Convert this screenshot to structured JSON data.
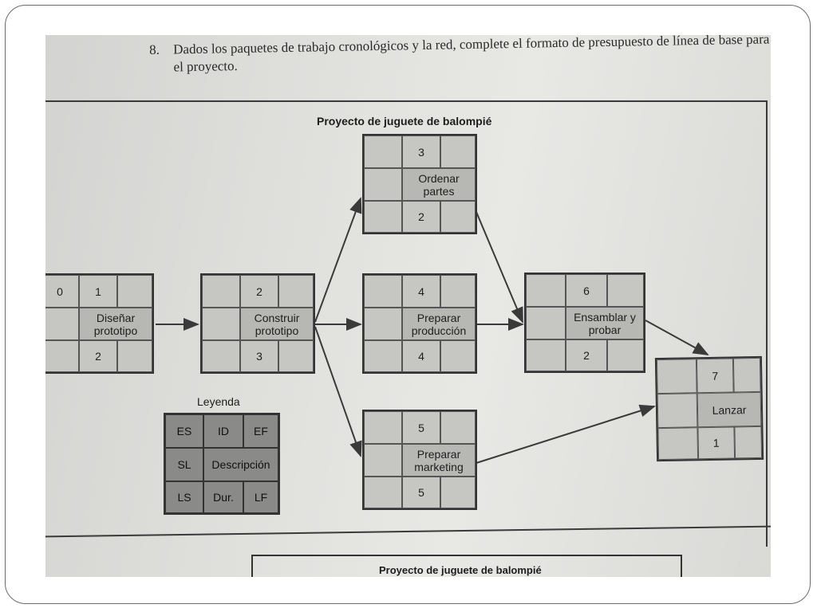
{
  "instruction": {
    "number": "8.",
    "text": "Dados los paquetes de trabajo cronológicos y la red, complete el formato de presupuesto de línea de base para el proyecto."
  },
  "figure_title": "Proyecto de juguete de balompié",
  "nodes": [
    {
      "es": "0",
      "id": "1",
      "desc": "Diseñar prototipo",
      "dur": "2"
    },
    {
      "id": "2",
      "desc": "Construir prototipo",
      "dur": "3"
    },
    {
      "id": "3",
      "desc": "Ordenar partes",
      "dur": "2"
    },
    {
      "id": "4",
      "desc": "Preparar producción",
      "dur": "4"
    },
    {
      "id": "5",
      "desc": "Preparar marketing",
      "dur": "5"
    },
    {
      "id": "6",
      "desc": "Ensamblar y probar",
      "dur": "2"
    },
    {
      "id": "7",
      "desc": "Lanzar",
      "dur": "1"
    }
  ],
  "legend": {
    "title": "Leyenda",
    "es": "ES",
    "id": "ID",
    "ef": "EF",
    "sl": "SL",
    "desc": "Descripción",
    "ls": "LS",
    "dur": "Dur.",
    "lf": "LF"
  },
  "bottom_table_title": "Proyecto de juguete de balompié"
}
